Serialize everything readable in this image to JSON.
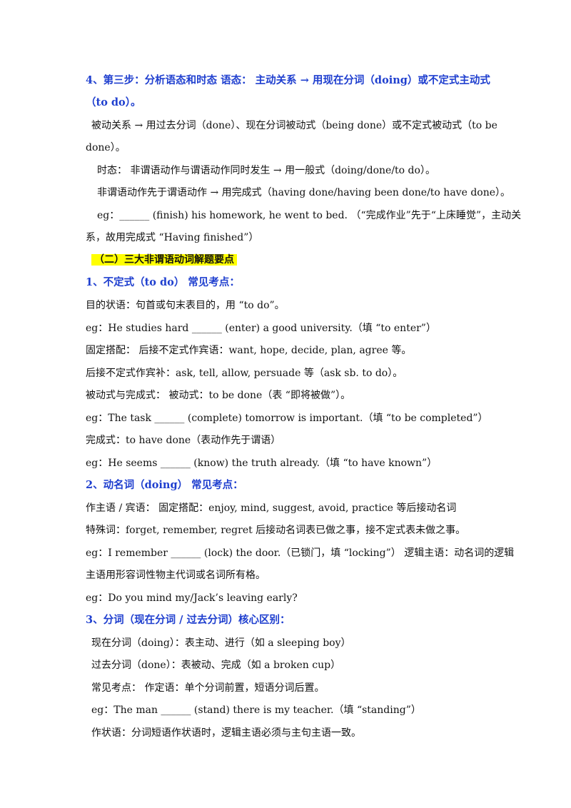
{
  "doc": {
    "step4_title": "4、第三步：分析语态和时态  语态：  主动关系  →  用现在分词（doing）或不定式主动式",
    "step4_title_cont": "（to do）。",
    "passive_line1": "被动关系  →  用过去分词（done）、现在分词被动式（being done）或不定式被动式（to be",
    "passive_line2": "done）。",
    "tense_line": "时态：  非谓语动作与谓语动作同时发生  →  用一般式（doing/done/to do）。",
    "prior_line": "非谓语动作先于谓语动作  →  用完成式（having done/having been done/to have done）。",
    "eg1_line1": "eg：______ (finish) his homework, he went to bed.  （“完成作业”先于“上床睡觉”，主动关",
    "eg1_line2": "系，故用完成式 “Having finished”）",
    "section2_title": "（二）三大非谓语动词解题要点",
    "inf_title": "1、不定式（to do）  常见考点：",
    "inf_purpose": "目的状语：句首或句末表目的，用 “to do”。",
    "inf_eg1": "eg：He studies hard ______ (enter) a good university.（填 “to enter”）",
    "inf_fixed": "固定搭配：  后接不定式作宾语：want, hope, decide, plan, agree  等。",
    "inf_complement": "后接不定式作宾补：ask, tell, allow, persuade  等（ask sb. to do）。",
    "inf_passive": "被动式与完成式：  被动式：to be done（表 “即将被做”）。",
    "inf_eg2": "eg：The task ______ (complete) tomorrow is important.（填 “to be completed”）",
    "inf_perfect": "完成式：to have done（表动作先于谓语）",
    "inf_eg3": "eg：He seems ______ (know) the truth already.（填 “to have known”）",
    "ger_title": "2、动名词（doing）  常见考点：",
    "ger_subject": "作主语 / 宾语：  固定搭配：enjoy, mind, suggest, avoid, practice  等后接动名词",
    "ger_special": "特殊词：forget, remember, regret  后接动名词表已做之事，接不定式表未做之事。",
    "ger_eg1_line1": "eg：I remember ______ (lock) the door.（已锁门，填 “locking”）  逻辑主语：动名词的逻辑",
    "ger_eg1_line2": "主语用形容词性物主代词或名词所有格。",
    "ger_eg2": "eg：Do you mind my/Jack’s leaving early?",
    "part_title": "3、分词（现在分词 / 过去分词）核心区别：",
    "part_present": "现在分词（doing）：表主动、进行（如  a sleeping boy）",
    "part_past": "过去分词（done）：表被动、完成（如  a broken cup）",
    "part_common": "常见考点：  作定语：单个分词前置，短语分词后置。",
    "part_eg1": "eg：The man ______ (stand) there is my teacher.（填 “standing”）",
    "part_adverbial": "作状语：分词短语作状语时，逻辑主语必须与主句主语一致。"
  },
  "colors": {
    "heading_blue": "#1f3fcf",
    "highlight": "#ffff00"
  }
}
